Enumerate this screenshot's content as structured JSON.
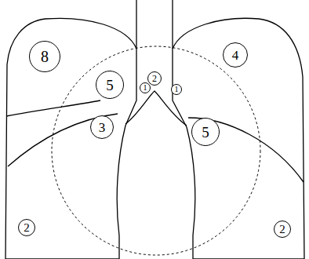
{
  "diagram": {
    "nodes": [
      {
        "text": [
          "8"
        ]
      },
      {
        "text": [
          "4"
        ]
      },
      {
        "text": [
          "2"
        ]
      },
      {
        "text": [
          "5"
        ]
      },
      {
        "text": [
          "1"
        ]
      },
      {
        "text": [
          "1"
        ]
      },
      {
        "text": [
          "3"
        ]
      },
      {
        "text": [
          "5"
        ]
      },
      {
        "text": [
          "2"
        ]
      },
      {
        "text": [
          "2"
        ]
      }
    ]
  }
}
